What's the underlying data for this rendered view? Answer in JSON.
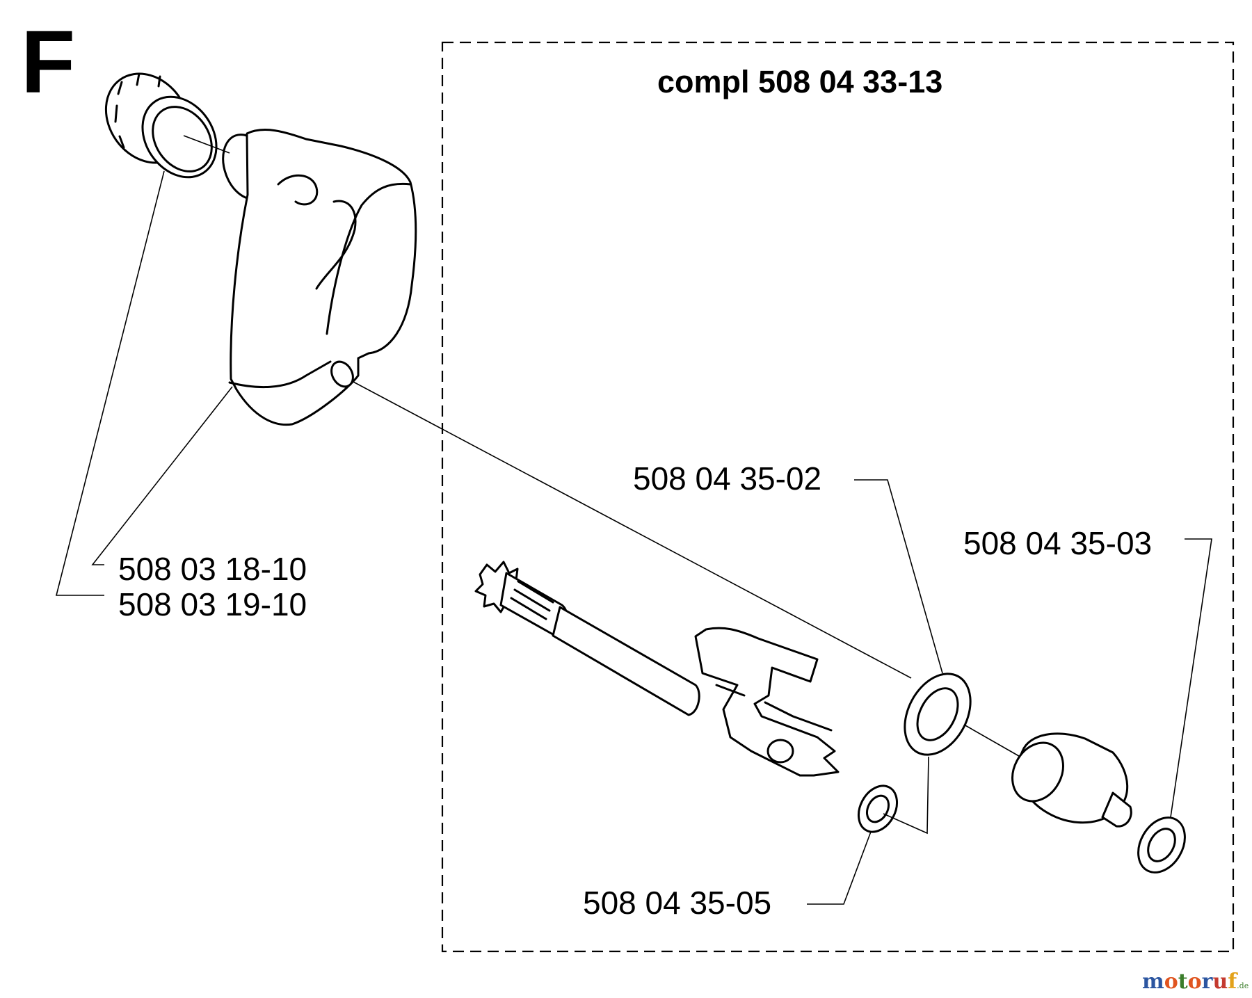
{
  "diagram": {
    "section_letter": "F",
    "assembly_label": "compl 508 04 33-13",
    "part_numbers": {
      "bar_nut": "508 03 18-10",
      "guide_plate": "508 03 19-10",
      "washer_large": "508 04 35-02",
      "washer_small_right": "508 04 35-03",
      "washer_small_left": "508 04 35-05"
    },
    "watermark": {
      "letters": [
        "m",
        "o",
        "t",
        "o",
        "r",
        "u",
        "f"
      ],
      "colors": [
        "#2b55a0",
        "#e0541f",
        "#3a7d2a",
        "#e0541f",
        "#2b55a0",
        "#c43a2f",
        "#e3a21a"
      ],
      "suffix": ".de"
    }
  }
}
